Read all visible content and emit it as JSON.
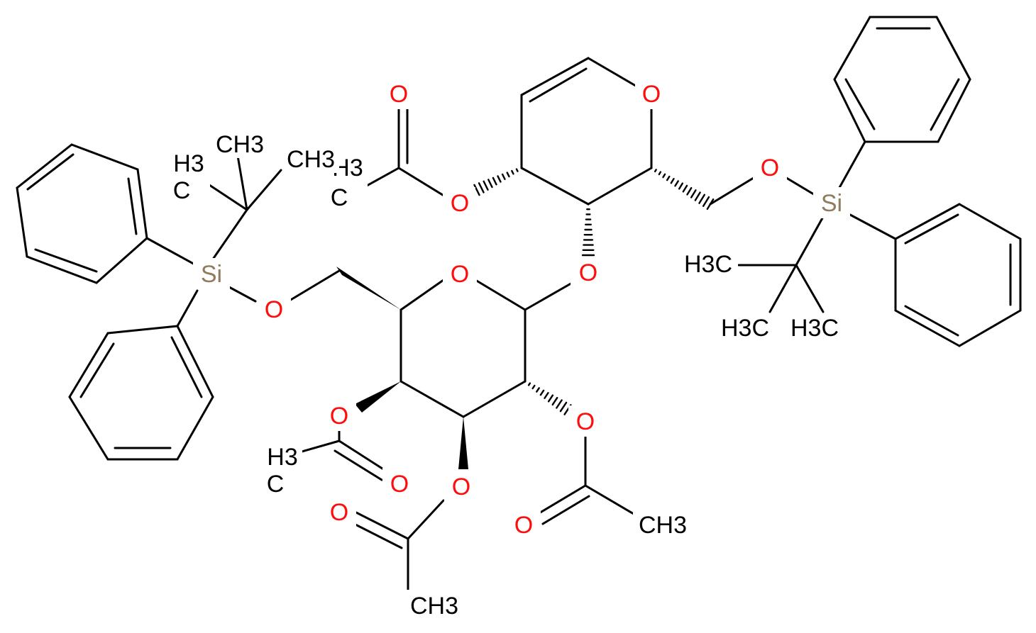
{
  "colors": {
    "bond": "#000000",
    "oxygen": "#ff0d0d",
    "silicon": "#8f7b5e",
    "carbon_label": "#000000",
    "background": "#ffffff"
  },
  "labels": {
    "o_ring_top": "O",
    "o_acetate_carbonyl_top": "O",
    "o_acetate_ester_top": "O",
    "o_glycosidic": "O",
    "o_ring_bottom": "O",
    "o_silyl_ether_right": "O",
    "o_silyl_ether_left": "O",
    "o_ester_c4": "O",
    "o_carbonyl_c4": "O",
    "o_ester_c3": "O",
    "o_carbonyl_c3": "O",
    "o_ester_c2": "O",
    "o_carbonyl_c2": "O",
    "si_right": "Si",
    "si_left": "Si",
    "ch3_acetate_top_h3": "H3",
    "ch3_acetate_top_c": "C",
    "ch3_tbu_left_top": "CH3",
    "ch3_tbu_left_right": "CH3",
    "ch3_tbu_left_h3": "H3",
    "ch3_tbu_left_c": "C",
    "ch3_tbu_right_mid": "H3C",
    "ch3_tbu_right_bl": "H3C",
    "ch3_tbu_right_br": "H3C",
    "ch3_acetate_c4_h3": "H3",
    "ch3_acetate_c4_c": "C",
    "ch3_acetate_c3": "CH3",
    "ch3_acetate_c2": "CH3"
  }
}
